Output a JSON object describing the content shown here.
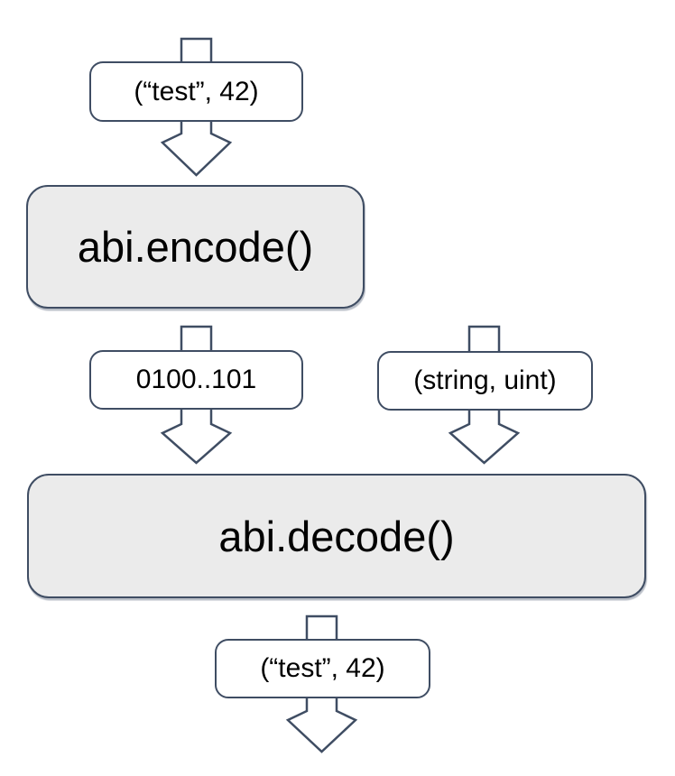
{
  "diagram": {
    "nodes": {
      "input_label": "(“test”, 42)",
      "encode_label": "abi.encode()",
      "bytes_label": "0100..101",
      "types_label": "(string, uint)",
      "decode_label": "abi.decode()",
      "output_label": "(“test”, 42)"
    },
    "arrows": [
      {
        "name": "arrow-input-to-encode",
        "direction": "down"
      },
      {
        "name": "arrow-encode-to-decode",
        "direction": "down"
      },
      {
        "name": "arrow-types-to-decode",
        "direction": "down"
      },
      {
        "name": "arrow-decode-output",
        "direction": "down"
      }
    ],
    "colors": {
      "stroke": "#3f4d63",
      "node_fill": "#ebebeb",
      "label_fill": "#ffffff",
      "text": "#000000",
      "background": "#ffffff"
    }
  }
}
